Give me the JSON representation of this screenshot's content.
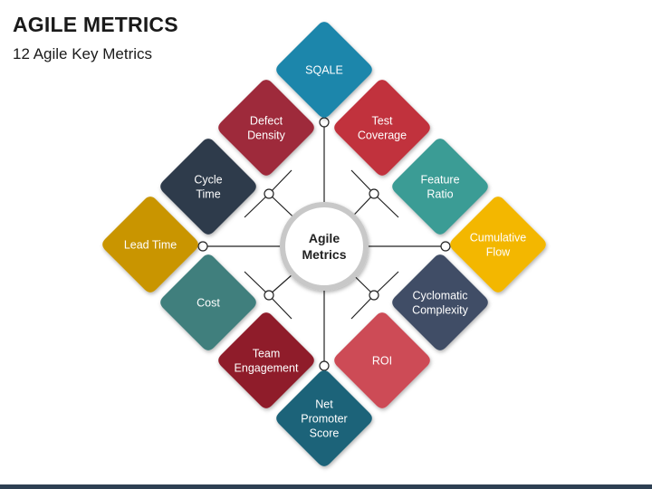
{
  "header": {
    "title": "AGILE METRICS",
    "subtitle": "12 Agile Key Metrics"
  },
  "hub": {
    "label_lines": [
      "Agile",
      "Metrics"
    ]
  },
  "metrics": [
    {
      "id": "sqale",
      "lines": [
        "SQALE"
      ],
      "color": "#1f86ab"
    },
    {
      "id": "test-coverage",
      "lines": [
        "Test",
        "Coverage"
      ],
      "color": "#c1313d"
    },
    {
      "id": "feature-ratio",
      "lines": [
        "Feature",
        "Ratio"
      ],
      "color": "#3a9c95"
    },
    {
      "id": "cumulative-flow",
      "lines": [
        "Cumulative",
        "Flow"
      ],
      "color": "#f3b700"
    },
    {
      "id": "cyclomatic-complexity",
      "lines": [
        "Cyclomatic",
        "Complexity"
      ],
      "color": "#3f4d66"
    },
    {
      "id": "roi",
      "lines": [
        "ROI"
      ],
      "color": "#cd4b56"
    },
    {
      "id": "net-promoter-score",
      "lines": [
        "Net",
        "Promoter",
        "Score"
      ],
      "color": "#1b6379"
    },
    {
      "id": "team-engagement",
      "lines": [
        "Team",
        "Engagement"
      ],
      "color": "#8f1f2c"
    },
    {
      "id": "cost",
      "lines": [
        "Cost"
      ],
      "color": "#3f7f7d"
    },
    {
      "id": "lead-time",
      "lines": [
        "Lead Time"
      ],
      "color": "#c99500"
    },
    {
      "id": "cycle-time",
      "lines": [
        "Cycle",
        "Time"
      ],
      "color": "#2e3a4c"
    },
    {
      "id": "defect-density",
      "lines": [
        "Defect",
        "Density"
      ],
      "color": "#9e2b3b"
    }
  ]
}
